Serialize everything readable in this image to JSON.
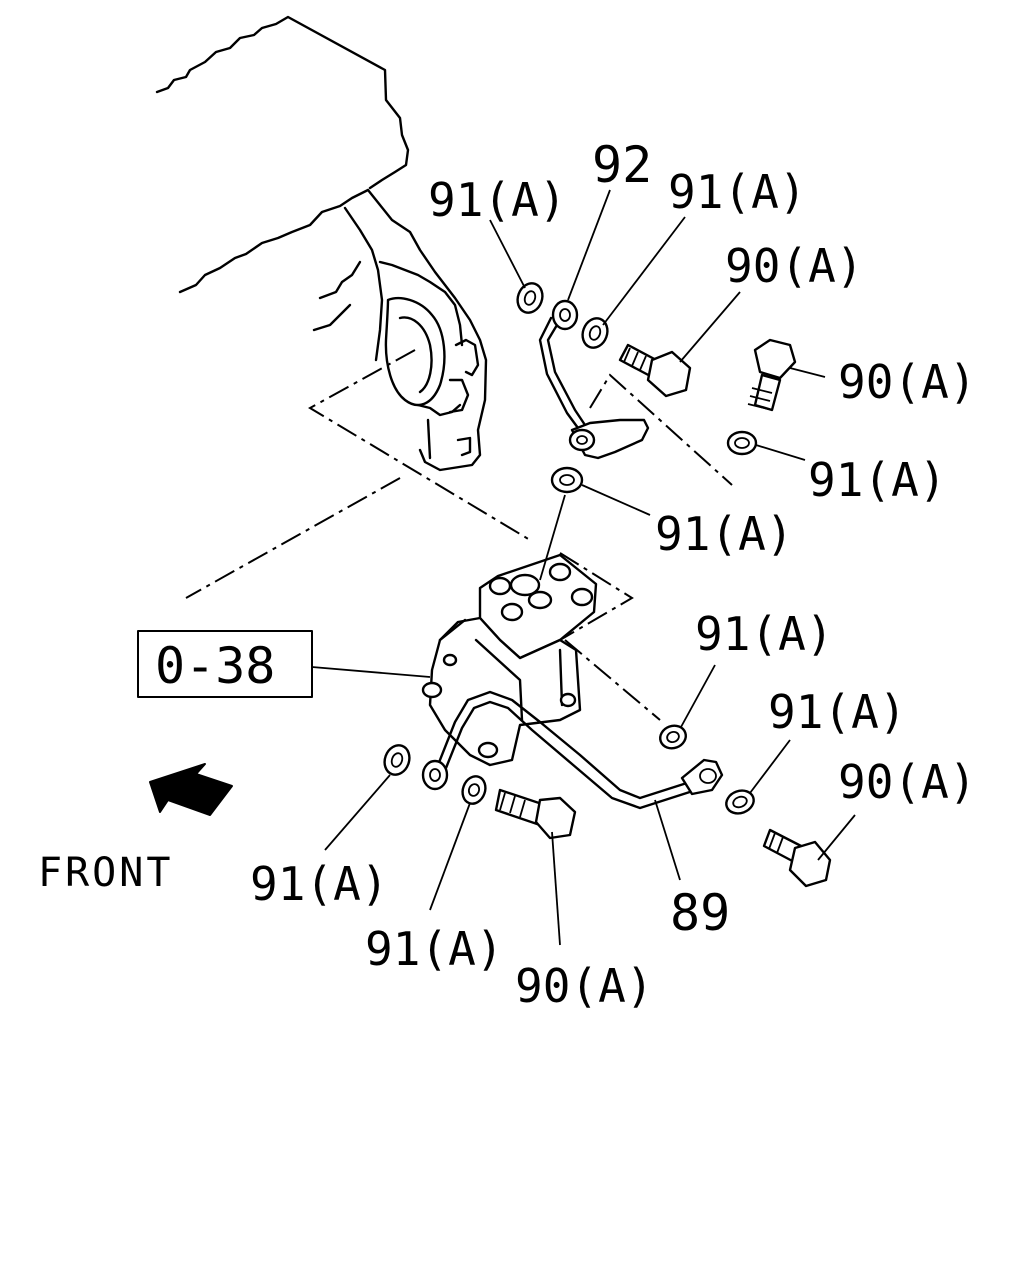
{
  "callouts": {
    "w91_top_left": "91(A)",
    "p92": "92",
    "w91_top_mid": "91(A)",
    "b90_top": "90(A)",
    "b90_right": "90(A)",
    "w91_right": "91(A)",
    "w91_center": "91(A)",
    "w91_mid_right": "91(A)",
    "w91_lower_right": "91(A)",
    "b90_lower_right": "90(A)",
    "w91_bottom_left": "91(A)",
    "w91_bottom_mid": "91(A)",
    "b90_bottom": "90(A)",
    "p89": "89",
    "ref_box": "0-38",
    "front": "FRONT"
  },
  "icons": {
    "front_arrow": "front-direction-arrow-icon"
  }
}
